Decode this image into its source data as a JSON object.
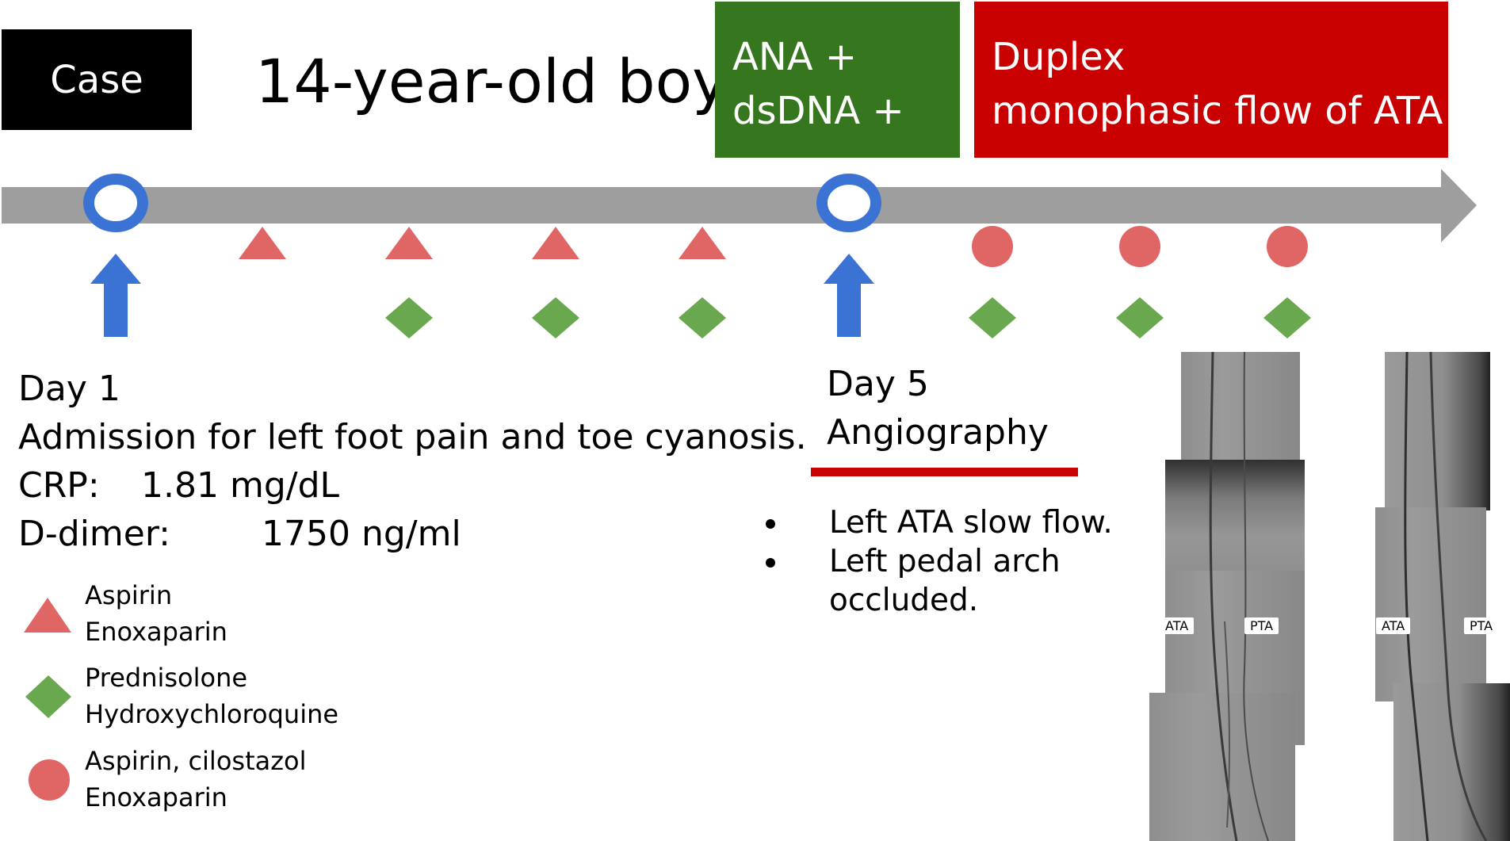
{
  "header": {
    "case_label": "Case",
    "title": "14-year-old boy"
  },
  "labs_box": {
    "lines": [
      "ANA +",
      "dsDNA +"
    ],
    "color": "#36761f"
  },
  "duplex_box": {
    "lines": [
      "Duplex",
      "monophasic flow of ATA"
    ],
    "color": "#c90000"
  },
  "timeline": {
    "arrow_color": "#9e9e9e",
    "event_marker": "blue-ring-circle",
    "event_color": "#3b73d5",
    "markers": [
      {
        "kind": "event",
        "shape": "ring"
      },
      {
        "kind": "treatment",
        "shapes": [
          "triangle"
        ]
      },
      {
        "kind": "treatment",
        "shapes": [
          "triangle",
          "diamond"
        ]
      },
      {
        "kind": "treatment",
        "shapes": [
          "triangle",
          "diamond"
        ]
      },
      {
        "kind": "treatment",
        "shapes": [
          "triangle",
          "diamond"
        ]
      },
      {
        "kind": "event",
        "shape": "ring"
      },
      {
        "kind": "treatment",
        "shapes": [
          "circle",
          "diamond"
        ]
      },
      {
        "kind": "treatment",
        "shapes": [
          "circle",
          "diamond"
        ]
      },
      {
        "kind": "treatment",
        "shapes": [
          "circle",
          "diamond"
        ]
      }
    ]
  },
  "day1": {
    "day": "Day 1",
    "description": "Admission for left foot pain and toe cyanosis.",
    "crp_label": "CRP:",
    "crp_value": "1.81 mg/dL",
    "ddimer_label": "D-dimer:",
    "ddimer_value": "1750 ng/ml"
  },
  "day5": {
    "day": "Day 5",
    "procedure": "Angiography",
    "underline_color": "#c90000",
    "findings": [
      "Left ATA slow flow.",
      "Left pedal arch occluded."
    ]
  },
  "legend": [
    {
      "shape": "triangle",
      "color": "#e06666",
      "line1": "Aspirin",
      "line2": "Enoxaparin"
    },
    {
      "shape": "diamond",
      "color": "#6aa84f",
      "line1": "Prednisolone",
      "line2": "Hydroxychloroquine"
    },
    {
      "shape": "circle",
      "color": "#e06666",
      "line1": "Aspirin, cilostazol",
      "line2": "Enoxaparin"
    }
  ],
  "angiograms": [
    {
      "left_label": "ATA",
      "right_label": "PTA"
    },
    {
      "left_label": "ATA",
      "right_label": "PTA"
    }
  ]
}
